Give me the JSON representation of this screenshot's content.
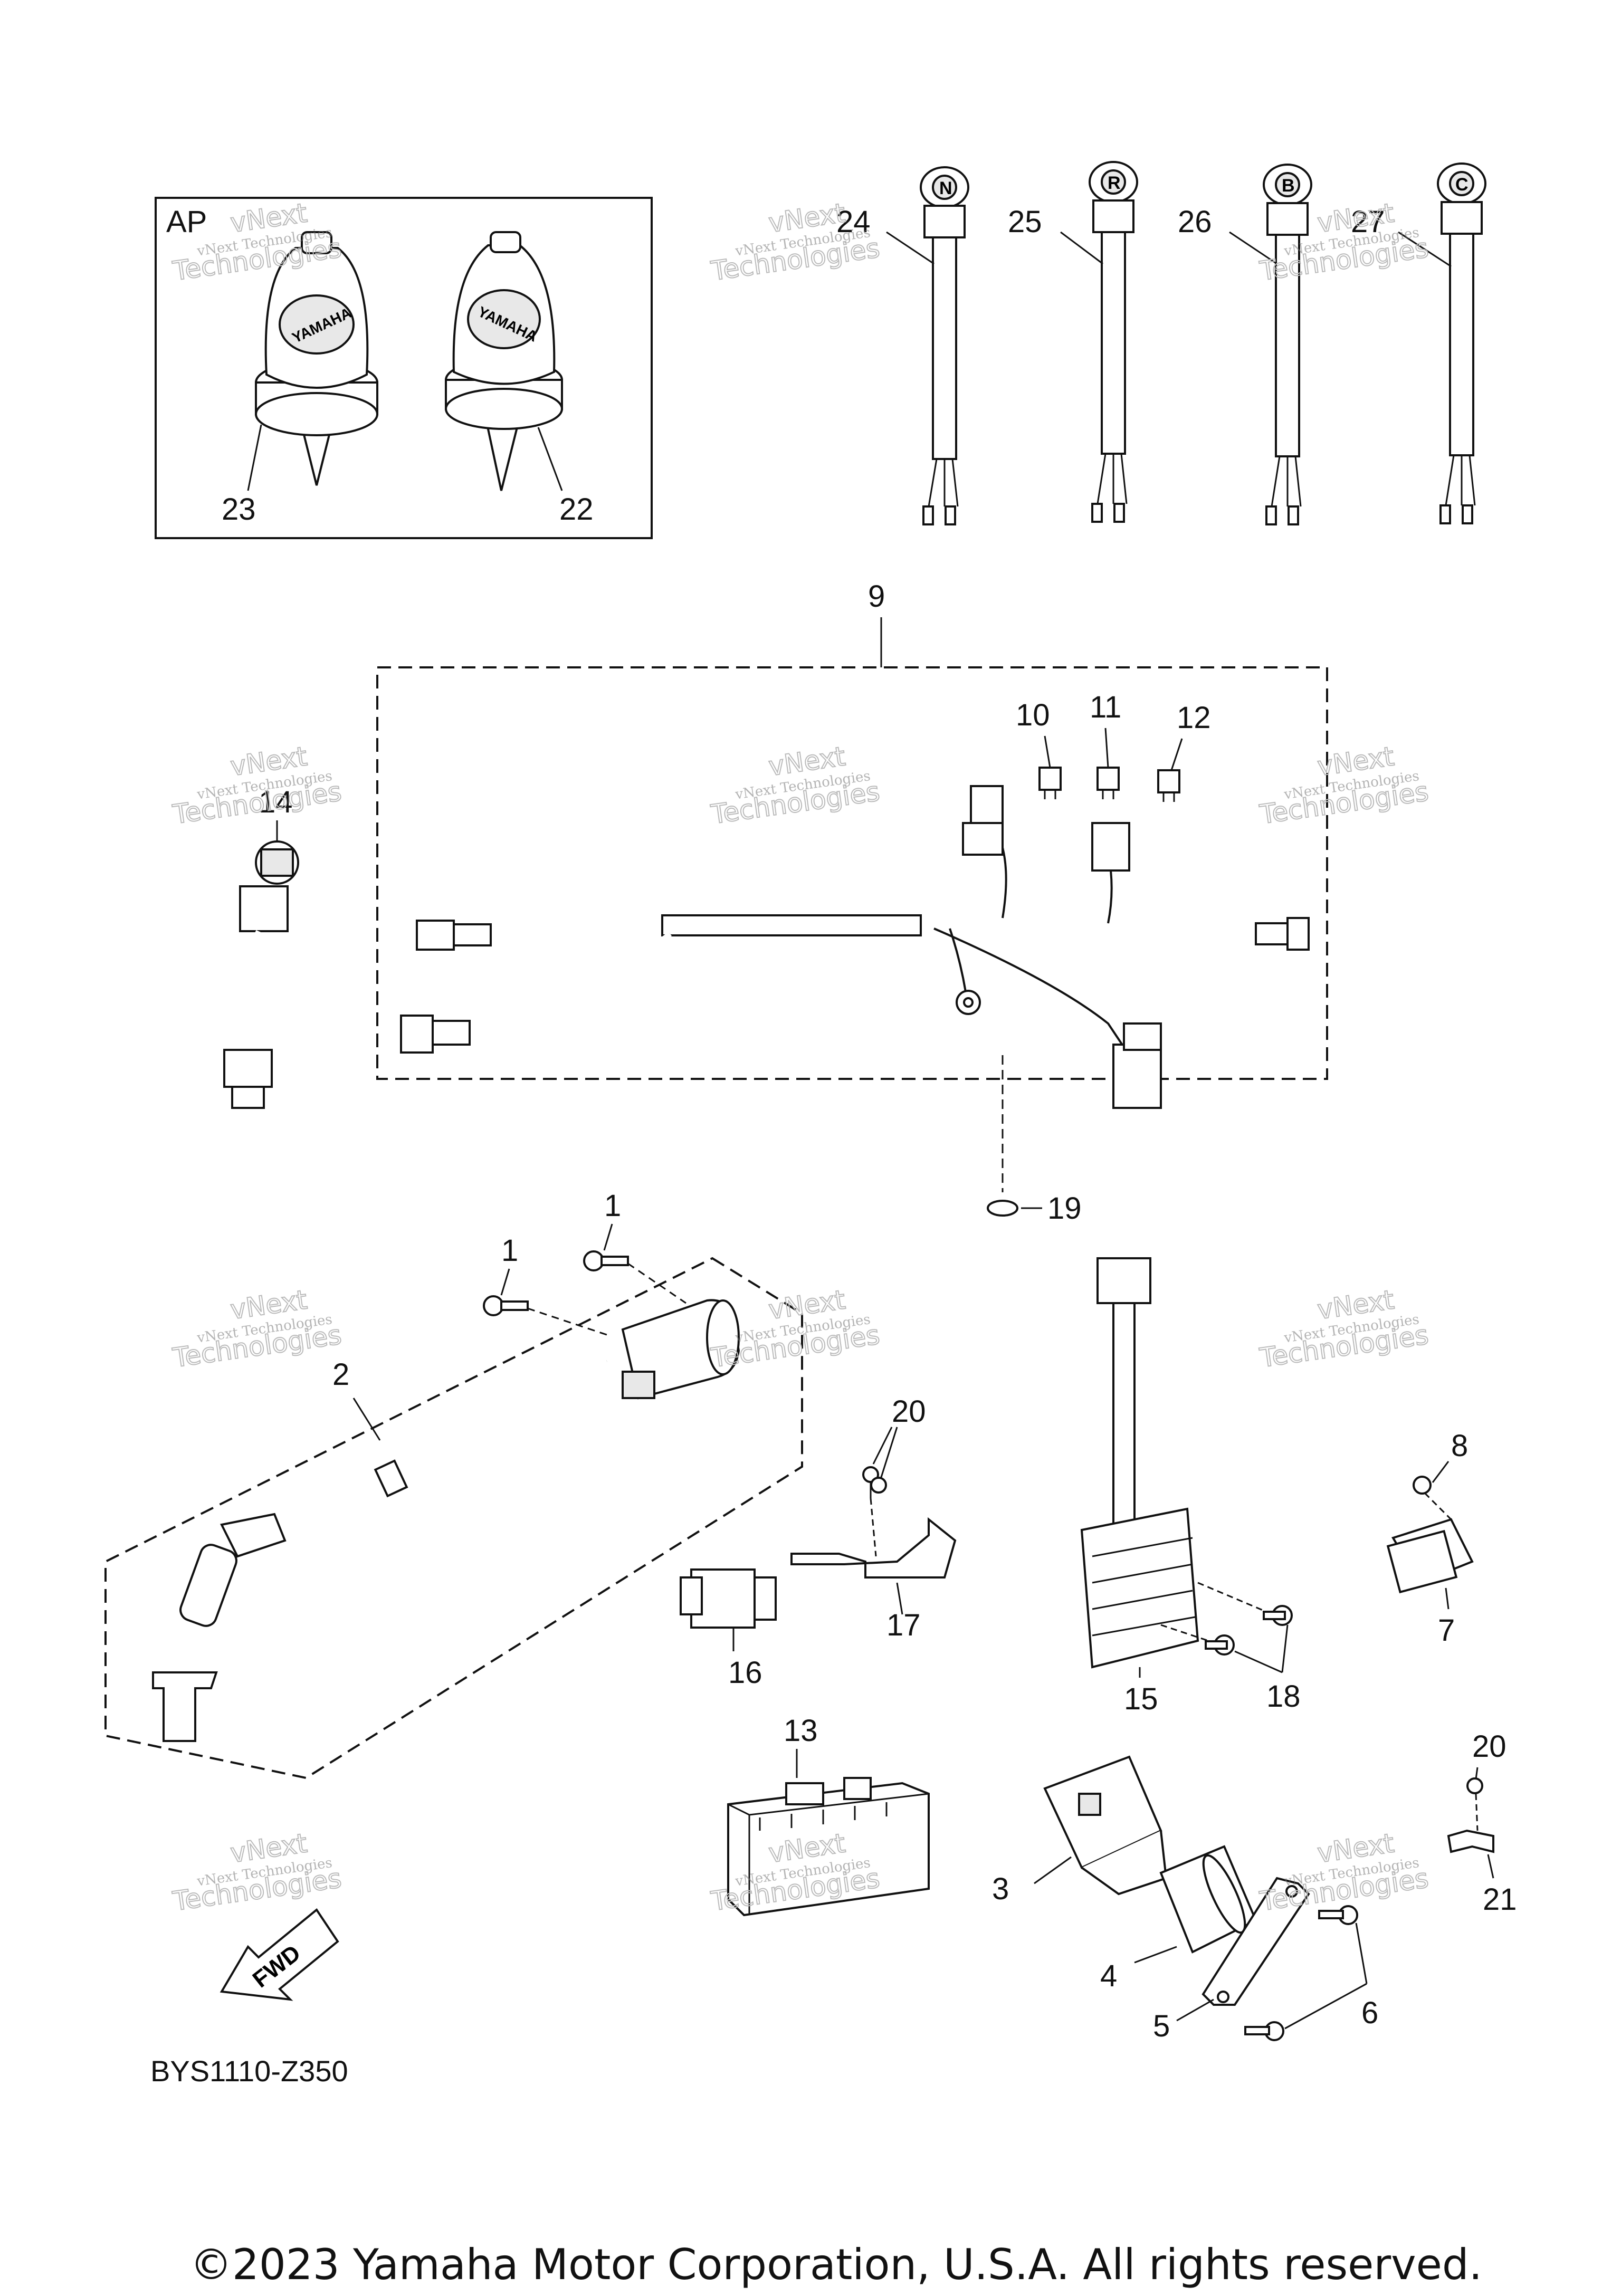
{
  "inset_label": "AP",
  "callouts": {
    "c1a": "1",
    "c1b": "1",
    "c2": "2",
    "c3": "3",
    "c4": "4",
    "c5": "5",
    "c6": "6",
    "c7": "7",
    "c8": "8",
    "c9": "9",
    "c10": "10",
    "c11": "11",
    "c12": "12",
    "c13": "13",
    "c14": "14",
    "c15": "15",
    "c16": "16",
    "c17": "17",
    "c18": "18",
    "c19": "19",
    "c20a": "20",
    "c20b": "20",
    "c21": "21",
    "c22": "22",
    "c23": "23",
    "c24": "24",
    "c25": "25",
    "c26": "26",
    "c27": "27"
  },
  "switch_letters": {
    "s24": "N",
    "s25": "R",
    "s26": "B",
    "s27": "C"
  },
  "key_brand": "YAMAHA",
  "fwd_arrow": "FWD",
  "watermark": {
    "line1": "vNext Technologies",
    "line2": "Technologies",
    "line3": "vNext"
  },
  "diagram_code": "BYS1110-Z350",
  "copyright": "©2023 Yamaha Motor Corporation, U.S.A. All rights reserved."
}
